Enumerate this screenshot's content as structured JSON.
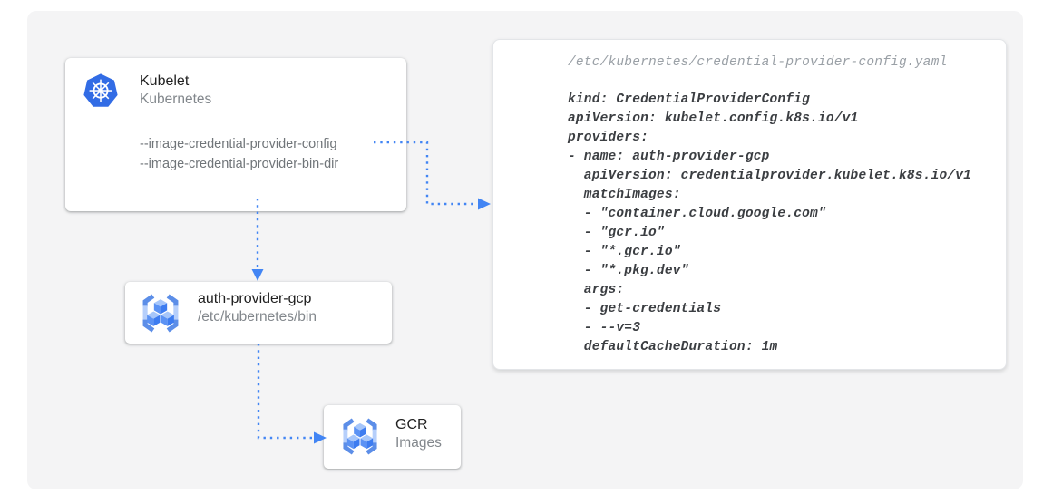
{
  "diagram": {
    "kubelet_card": {
      "title": "Kubelet",
      "subtitle": "Kubernetes",
      "flags": [
        "--image-credential-provider-config",
        "--image-credential-provider-bin-dir"
      ]
    },
    "auth_provider_card": {
      "title": "auth-provider-gcp",
      "subtitle": "/etc/kubernetes/bin"
    },
    "gcr_card": {
      "title": "GCR",
      "subtitle": "Images"
    },
    "config_card": {
      "header": "/etc/kubernetes/credential-provider-config.yaml",
      "code_lines": [
        "kind: CredentialProviderConfig",
        "apiVersion: kubelet.config.k8s.io/v1",
        "providers:",
        "- name: auth-provider-gcp",
        "  apiVersion: credentialprovider.kubelet.k8s.io/v1",
        "  matchImages:",
        "  - \"container.cloud.google.com\"",
        "  - \"gcr.io\"",
        "  - \"*.gcr.io\"",
        "  - \"*.pkg.dev\"",
        "  args:",
        "  - get-credentials",
        "  - --v=3",
        "  defaultCacheDuration: 1m"
      ]
    },
    "icons": {
      "kubelet": "kubernetes-icon",
      "auth_provider": "gcr-icon",
      "gcr": "gcr-icon"
    },
    "colors": {
      "arrow_blue": "#4285f4",
      "kubernetes_blue": "#326ce5",
      "panel_background": "#f4f4f5",
      "code_text": "#3b3e42",
      "muted_text": "#82878c"
    }
  }
}
